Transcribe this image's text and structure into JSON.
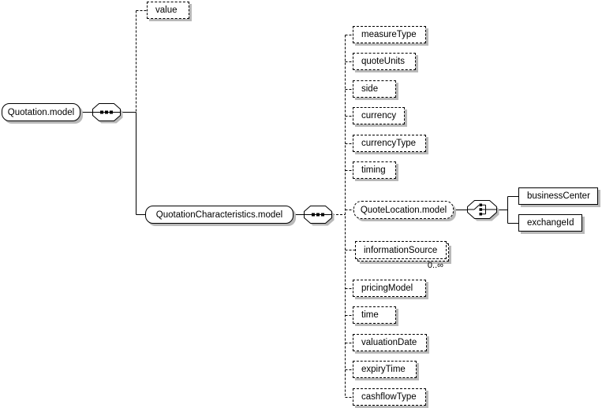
{
  "diagram": {
    "background_color": "#ffffff",
    "line_color": "#000000",
    "shadow_color": "#b9b9b9",
    "root": {
      "label": "Quotation.model"
    },
    "root_children": {
      "value": {
        "label": "value"
      },
      "characteristics": {
        "label": "QuotationCharacteristics.model"
      }
    },
    "characteristics_children": [
      {
        "label": "measureType"
      },
      {
        "label": "quoteUnits"
      },
      {
        "label": "side"
      },
      {
        "label": "currency"
      },
      {
        "label": "currencyType"
      },
      {
        "label": "timing"
      },
      {
        "label": "QuoteLocation.model"
      },
      {
        "label": "informationSource",
        "occurrence": "0..∞"
      },
      {
        "label": "pricingModel"
      },
      {
        "label": "time"
      },
      {
        "label": "valuationDate"
      },
      {
        "label": "expiryTime"
      },
      {
        "label": "cashflowType"
      }
    ],
    "quote_location_children": [
      {
        "label": "businessCenter"
      },
      {
        "label": "exchangeId"
      }
    ]
  }
}
